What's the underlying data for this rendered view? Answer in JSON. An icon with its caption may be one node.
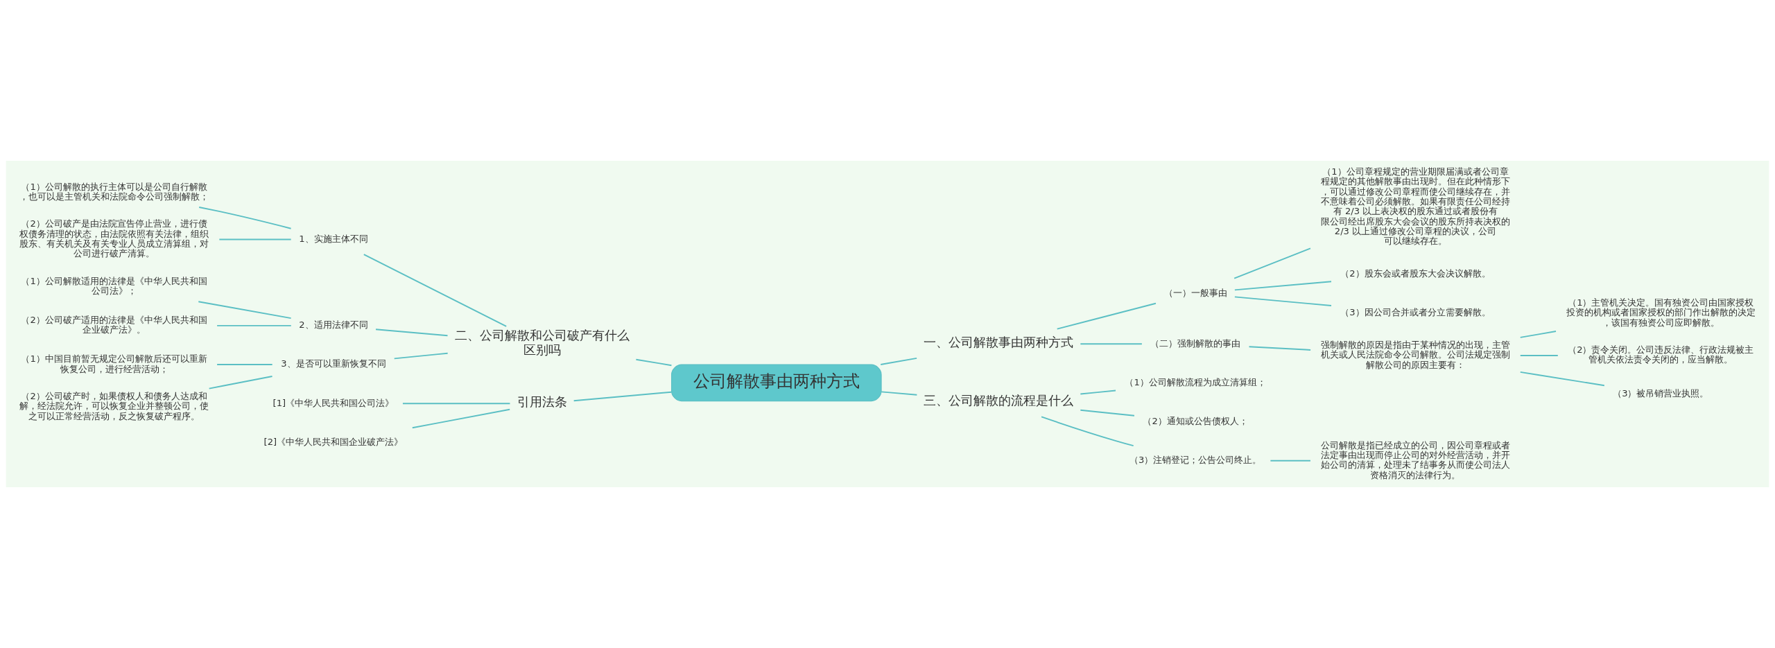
{
  "diagram": {
    "nodes": [
      {
        "text": [
          "公司解散事由两种方式"
        ]
      },
      {
        "text": [
          "一、公司解散事由两种方式"
        ]
      },
      {
        "text": [
          "（一）一般事由"
        ]
      },
      {
        "text": [
          "（1）公司章程规定的营业期限届满或者公司章程规定的其他解散事由出现时。但在此种情形下，可以通过修改公司章程而使公司继续存在，并不意味着公司必须解散。如果有限责任公司经持有 2/3 以上表决权的股东通过或者股份有限公司经出席股东大会会议的股东所持表决权的 2/3 以上通过修改公司章程的决议，公司可以继续存在。"
        ]
      },
      {
        "text": [
          "（2）股东会或者股东大会决议解散。"
        ]
      },
      {
        "text": [
          "（3）因公司合并或者分立需要解散。"
        ]
      },
      {
        "text": [
          "（二）强制解散的事由"
        ]
      },
      {
        "text": [
          "强制解散的原因是指由于某种情况的出现，主管机关或人民法院命令公司解散。公司法规定强制解散公司的原因主要有："
        ]
      },
      {
        "text": [
          "（1）主管机关决定。国有独资公司由国家授权投资的机构或者国家授权的部门作出解散的决定，该国有独资公司应即解散。"
        ]
      },
      {
        "text": [
          "（2）责令关闭。公司违反法律、行政法规被主管机关依法责令关闭的，应当解散。"
        ]
      },
      {
        "text": [
          "（3）被吊销营业执照。"
        ]
      },
      {
        "text": [
          "三、公司解散的流程是什么"
        ]
      },
      {
        "text": [
          "（1）公司解散流程为成立清算组；"
        ]
      },
      {
        "text": [
          "（2）通知或公告债权人；"
        ]
      },
      {
        "text": [
          "（3）注销登记；公告公司终止。"
        ]
      },
      {
        "text": [
          "公司解散是指已经成立的公司，因公司章程或者法定事由出现而停止公司的对外经营活动，并开始公司的清算，处理未了结事务从而使公司法人资格消灭的法律行为。"
        ]
      },
      {
        "text": [
          "二、公司解散和公司破产有什么区别吗"
        ]
      },
      {
        "text": [
          "1、实施主体不同"
        ]
      },
      {
        "text": [
          "（1）公司解散的执行主体可以是公司自行解散，也可以是主管机关和法院命令公司强制解散；"
        ]
      },
      {
        "text": [
          "（2）公司破产是由法院宣告停止营业，进行债权债务清理的状态，由法院依照有关法律，组织股东、有关机关及有关专业人员成立清算组，对公司进行破产清算。"
        ]
      },
      {
        "text": [
          "2、适用法律不同"
        ]
      },
      {
        "text": [
          "（1）公司解散适用的法律是《中华人民共和国公司法》；"
        ]
      },
      {
        "text": [
          "（2）公司破产适用的法律是《中华人民共和国企业破产法》。"
        ]
      },
      {
        "text": [
          "3、是否可以重新恢复不同"
        ]
      },
      {
        "text": [
          "（1）中国目前暂无规定公司解散后还可以重新恢复公司，进行经营活动；"
        ]
      },
      {
        "text": [
          "（2）公司破产时，如果债权人和债务人达成和解，经法院允许，可以恢复企业并整顿公司，使之可以正常经营活动，反之恢复破产程序。"
        ]
      },
      {
        "text": [
          "引用法条"
        ]
      },
      {
        "text": [
          "[1]《中华人民共和国公司法》"
        ]
      },
      {
        "text": [
          "[2]《中华人民共和国企业破产法》"
        ]
      }
    ],
    "edges": [
      {
        "from": 0,
        "to": 1,
        "arrow": "none"
      },
      {
        "from": 1,
        "to": 2,
        "arrow": "none"
      },
      {
        "from": 2,
        "to": 3,
        "arrow": "none"
      },
      {
        "from": 2,
        "to": 4,
        "arrow": "none"
      },
      {
        "from": 2,
        "to": 5,
        "arrow": "none"
      },
      {
        "from": 1,
        "to": 6,
        "arrow": "none"
      },
      {
        "from": 6,
        "to": 7,
        "arrow": "none"
      },
      {
        "from": 7,
        "to": 8,
        "arrow": "none"
      },
      {
        "from": 7,
        "to": 9,
        "arrow": "none"
      },
      {
        "from": 7,
        "to": 10,
        "arrow": "none"
      },
      {
        "from": 0,
        "to": 11,
        "arrow": "none"
      },
      {
        "from": 11,
        "to": 12,
        "arrow": "none"
      },
      {
        "from": 11,
        "to": 13,
        "arrow": "none"
      },
      {
        "from": 11,
        "to": 14,
        "arrow": "none"
      },
      {
        "from": 14,
        "to": 15,
        "arrow": "none"
      },
      {
        "from": 0,
        "to": 16,
        "arrow": "none"
      },
      {
        "from": 16,
        "to": 17,
        "arrow": "none"
      },
      {
        "from": 17,
        "to": 18,
        "arrow": "none"
      },
      {
        "from": 17,
        "to": 19,
        "arrow": "none"
      },
      {
        "from": 16,
        "to": 20,
        "arrow": "none"
      },
      {
        "from": 20,
        "to": 21,
        "arrow": "none"
      },
      {
        "from": 20,
        "to": 22,
        "arrow": "none"
      },
      {
        "from": 16,
        "to": 23,
        "arrow": "none"
      },
      {
        "from": 23,
        "to": 24,
        "arrow": "none"
      },
      {
        "from": 23,
        "to": 25,
        "arrow": "none"
      },
      {
        "from": 0,
        "to": 26,
        "arrow": "none"
      },
      {
        "from": 26,
        "to": 27,
        "arrow": "none"
      },
      {
        "from": 26,
        "to": 28,
        "arrow": "none"
      }
    ]
  }
}
